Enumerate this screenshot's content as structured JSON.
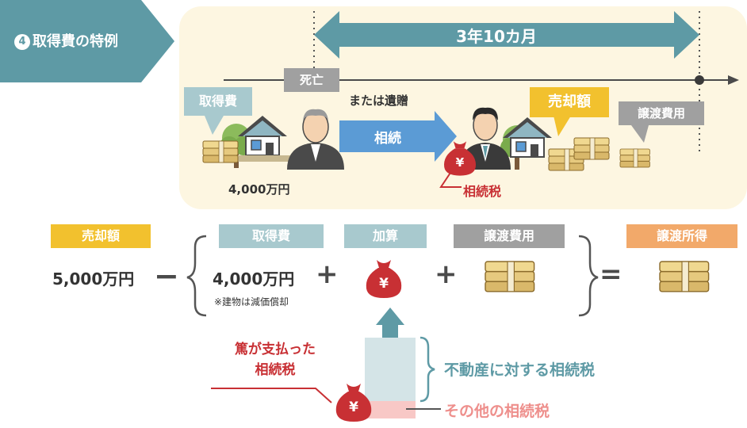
{
  "title": {
    "number": "4",
    "text": "取得費の特例"
  },
  "timeline": {
    "period": "3年10カ月",
    "death_label": "死亡",
    "bequest_label": "または遺贈",
    "acquisition_cost_label": "取得費",
    "acquisition_amount": "4,000万円",
    "inheritance_label": "相続",
    "inheritance_tax_label": "相続税",
    "sale_price_label": "売却額",
    "transfer_cost_label": "譲渡費用"
  },
  "formula": {
    "sale_price_label": "売却額",
    "sale_price_value": "5,000万円",
    "minus": "−",
    "acquisition_cost_label": "取得費",
    "acquisition_value": "4,000万円",
    "acquisition_note": "※建物は減価償却",
    "plus1": "+",
    "addition_label": "加算",
    "plus2": "+",
    "transfer_cost_label": "譲渡費用",
    "equals": "=",
    "transfer_income_label": "譲渡所得"
  },
  "breakdown": {
    "paid_tax_line1": "篤が支払った",
    "paid_tax_line2": "相続税",
    "real_estate_tax": "不動産に対する相続税",
    "other_tax": "その他の相続税"
  },
  "colors": {
    "teal": "#5e9aa5",
    "light_teal": "#a8c9ce",
    "yellow": "#f2c12e",
    "gray": "#a0a0a0",
    "orange": "#f2a96a",
    "red": "#c83034",
    "blue": "#5b9bd5",
    "pink": "#f8c8c6",
    "light_blue": "#d4e4e7",
    "cream": "#fdf6e1"
  },
  "icons": [
    "yen-bag-icon",
    "money-stack-icon",
    "house-icon",
    "elderly-man-icon",
    "young-man-icon",
    "tree-icon"
  ]
}
